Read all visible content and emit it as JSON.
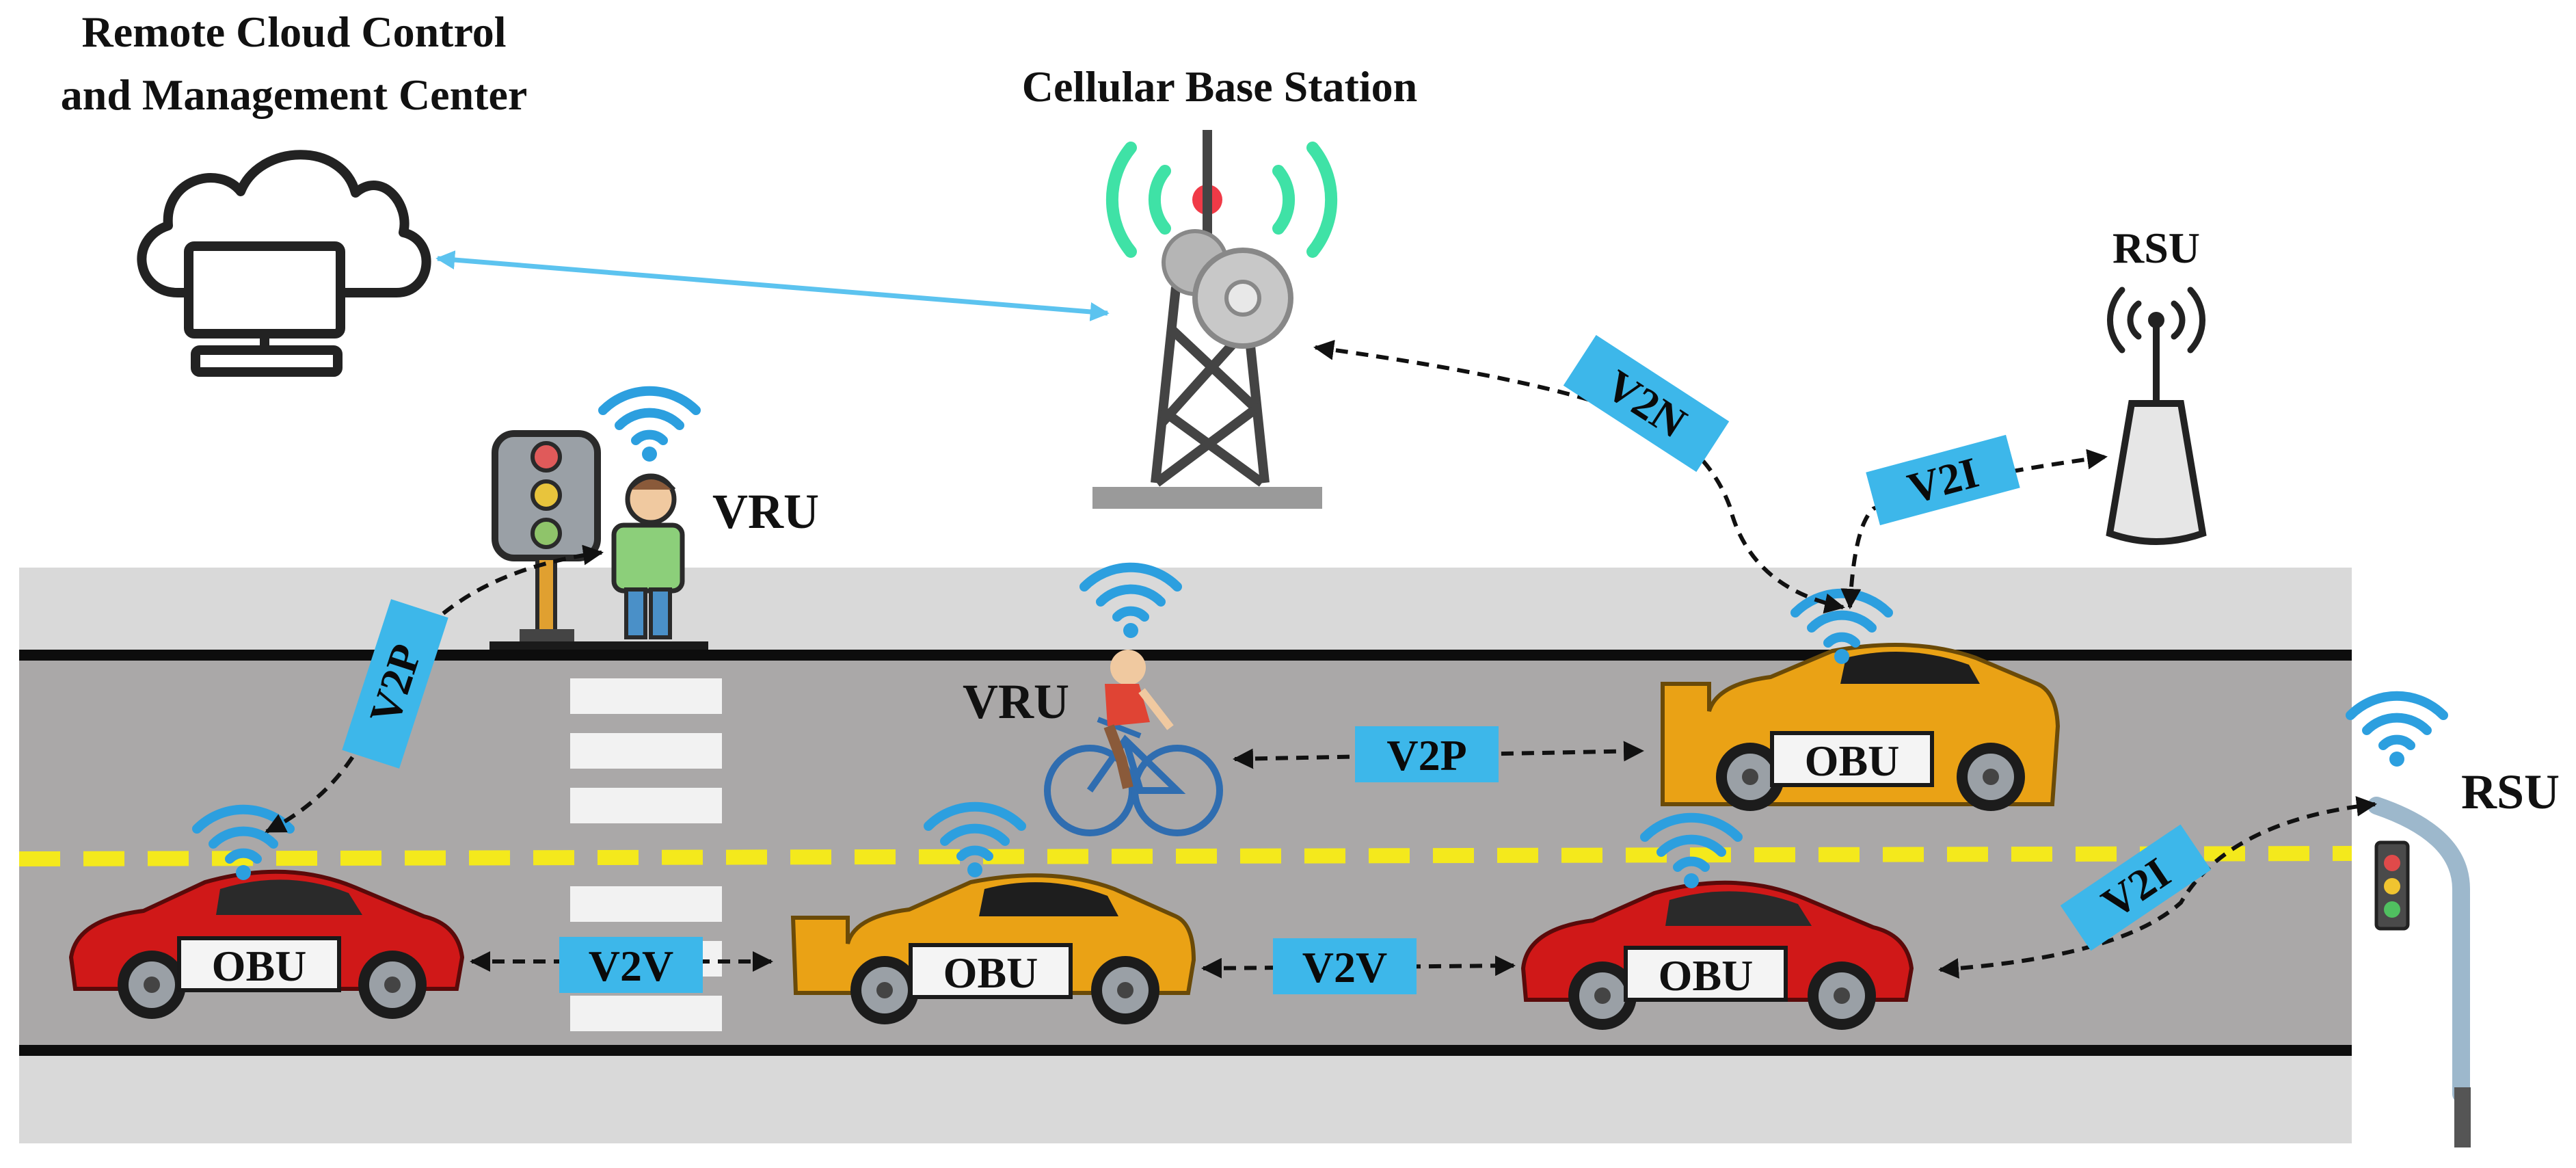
{
  "labels": {
    "cloud_line1": "Remote Cloud Control",
    "cloud_line2": "and Management Center",
    "base_station": "Cellular Base Station",
    "rsu_top": "RSU",
    "rsu_right": "RSU",
    "vru_pedestrian": "VRU",
    "vru_cyclist": "VRU"
  },
  "links": {
    "v2n": "V2N",
    "v2i_top": "V2I",
    "v2i_right": "V2I",
    "v2p_left": "V2P",
    "v2p_middle": "V2P",
    "v2v_left": "V2V",
    "v2v_right": "V2V"
  },
  "obu": {
    "car1": "OBU",
    "car2": "OBU",
    "car3": "OBU",
    "car4": "OBU"
  },
  "colors": {
    "link_label_bg": "#3db7ea",
    "wifi_blue": "#2c9fdf",
    "sky_line": "#5cc3ef",
    "road_gray": "#aaa8a8",
    "sidewalk_gray": "#d9d9d9",
    "lane_yellow": "#f4e91c",
    "red_car": "#d01818",
    "yellow_car": "#eaa215",
    "tower_green": "#3fe2a6"
  }
}
